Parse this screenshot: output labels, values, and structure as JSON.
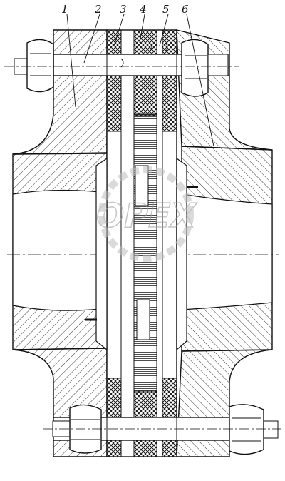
{
  "figure": {
    "callouts": [
      {
        "id": "1",
        "label": "1"
      },
      {
        "id": "2",
        "label": "2"
      },
      {
        "id": "3",
        "label": "3"
      },
      {
        "id": "4",
        "label": "4"
      },
      {
        "id": "5",
        "label": "5"
      },
      {
        "id": "6",
        "label": "6"
      }
    ],
    "watermark": "OPEX",
    "colors": {
      "ink": "#111111",
      "hatch": "#222222",
      "watermark": "#bdbdbd",
      "paper": "#ffffff"
    }
  }
}
